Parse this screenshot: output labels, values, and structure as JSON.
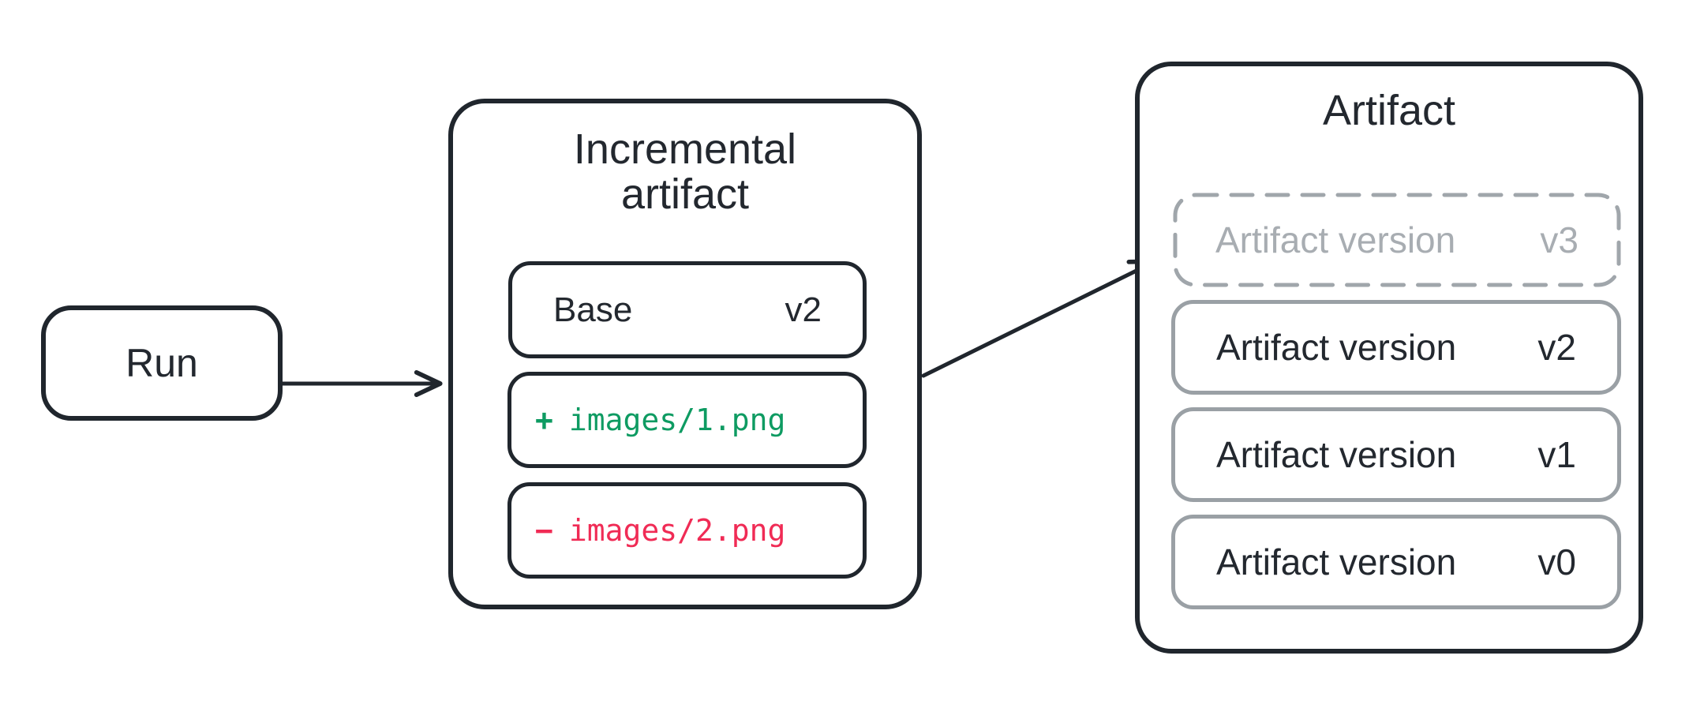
{
  "run": {
    "label": "Run"
  },
  "incremental": {
    "title_lines": [
      "Incremental",
      "artifact"
    ],
    "base": {
      "label": "Base",
      "version": "v2"
    },
    "added": {
      "sign": "+",
      "path": "images/1.png"
    },
    "removed": {
      "sign": "−",
      "path": "images/2.png"
    }
  },
  "artifact": {
    "title": "Artifact",
    "pending_version": {
      "label": "Artifact version",
      "version": "v3"
    },
    "versions": [
      {
        "label": "Artifact version",
        "version": "v2"
      },
      {
        "label": "Artifact version",
        "version": "v1"
      },
      {
        "label": "Artifact version",
        "version": "v0"
      }
    ]
  },
  "colors": {
    "stroke_dark": "#20262d",
    "text_dark": "#23282f",
    "muted_border": "#9aa0a5",
    "muted_text": "#a8adb2",
    "added_green": "#0e9b62",
    "removed_red": "#f02b55"
  }
}
